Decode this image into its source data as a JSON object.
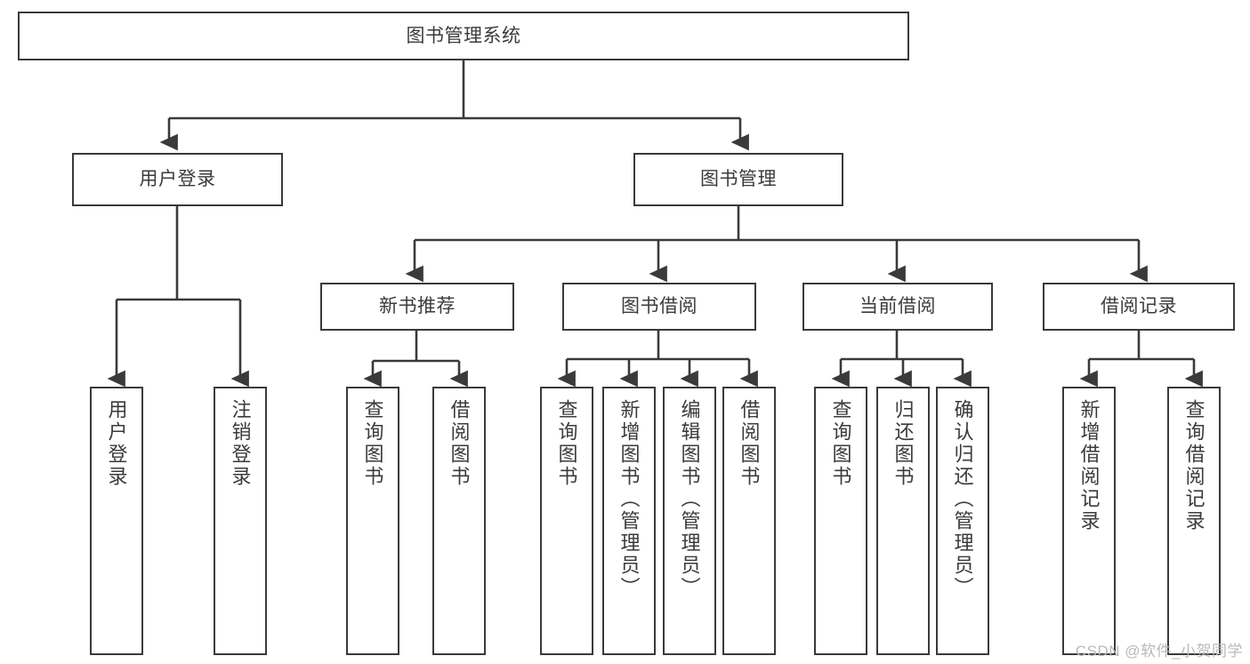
{
  "diagram": {
    "title": "图书管理系统",
    "type": "tree-hierarchy-chart",
    "watermark": "CSDN @软件_小贺同学",
    "colors": {
      "box_stroke": "#3a3a3a",
      "box_fill": "#ffffff",
      "text": "#3b3b3b",
      "edge": "#3a3a3a",
      "watermark": "#b9b9b9",
      "background": "#ffffff"
    },
    "nodes": {
      "root": {
        "label": "图书管理系统"
      },
      "level2": [
        {
          "id": "user-login",
          "label": "用户登录"
        },
        {
          "id": "book-manage",
          "label": "图书管理"
        }
      ],
      "level3": [
        {
          "id": "new-book-recommend",
          "label": "新书推荐"
        },
        {
          "id": "book-borrow",
          "label": "图书借阅"
        },
        {
          "id": "current-borrow",
          "label": "当前借阅"
        },
        {
          "id": "borrow-record",
          "label": "借阅记录"
        }
      ],
      "leaves": {
        "user_login": [
          {
            "id": "leaf-user-login",
            "label": "用户登录"
          },
          {
            "id": "leaf-logout-login",
            "label": "注销登录"
          }
        ],
        "new_book_recommend": [
          {
            "id": "leaf-query-book-1",
            "label": "查询图书"
          },
          {
            "id": "leaf-borrow-book-1",
            "label": "借阅图书"
          }
        ],
        "book_borrow": [
          {
            "id": "leaf-query-book-2",
            "label": "查询图书"
          },
          {
            "id": "leaf-add-book",
            "label": "新增图书（管理员）"
          },
          {
            "id": "leaf-edit-book",
            "label": "编辑图书（管理员）"
          },
          {
            "id": "leaf-borrow-book-2",
            "label": "借阅图书"
          }
        ],
        "current_borrow": [
          {
            "id": "leaf-query-book-3",
            "label": "查询图书"
          },
          {
            "id": "leaf-return-book",
            "label": "归还图书"
          },
          {
            "id": "leaf-confirm-return",
            "label": "确认归还（管理员）"
          }
        ],
        "borrow_record": [
          {
            "id": "leaf-add-record",
            "label": "新增借阅记录"
          },
          {
            "id": "leaf-query-record",
            "label": "查询借阅记录"
          }
        ]
      }
    }
  }
}
